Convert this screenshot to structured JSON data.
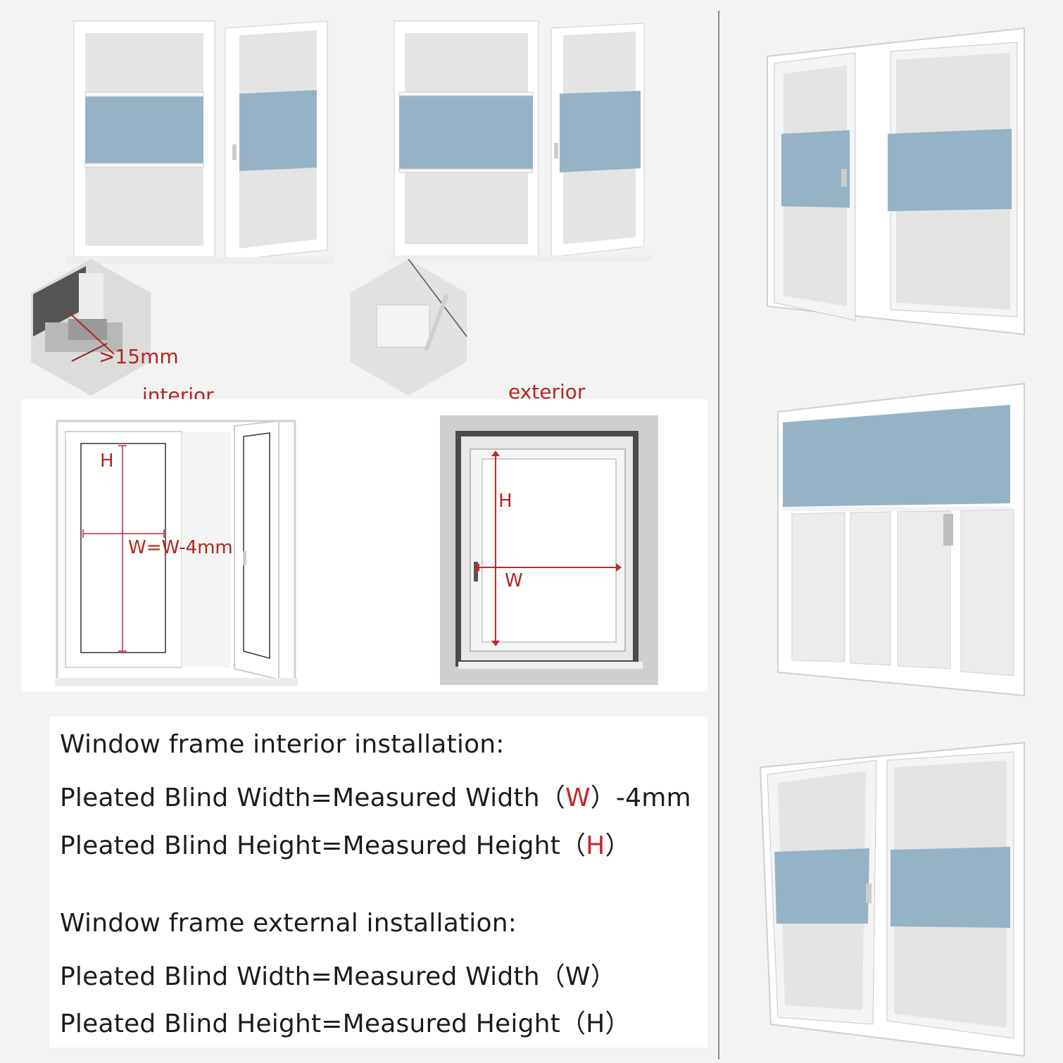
{
  "colors": {
    "blind": "#96b3c6",
    "frame": "#ffffff",
    "glass": "#e6e6e6",
    "accent_red": "#c1272d",
    "background": "#f3f3f3"
  },
  "labels": {
    "interior": "interior",
    "exterior": "exterior",
    "clearance": ">15mm"
  },
  "diagram_interior": {
    "height_label": "H",
    "width_label": "W=W-4mm"
  },
  "diagram_exterior": {
    "height_label": "H",
    "width_label": "W"
  },
  "instructions": {
    "interior_heading": "Window frame interior installation:",
    "interior_width_prefix": "Pleated Blind Width=Measured Width（",
    "interior_width_var": "W",
    "interior_width_suffix": "）-4mm",
    "interior_height_prefix": "Pleated Blind Height=Measured Height（",
    "interior_height_var": "H",
    "interior_height_suffix": "）",
    "external_heading": "Window frame external installation:",
    "external_width": "Pleated Blind Width=Measured Width（W）",
    "external_height": "Pleated Blind Height=Measured Height（H）"
  }
}
